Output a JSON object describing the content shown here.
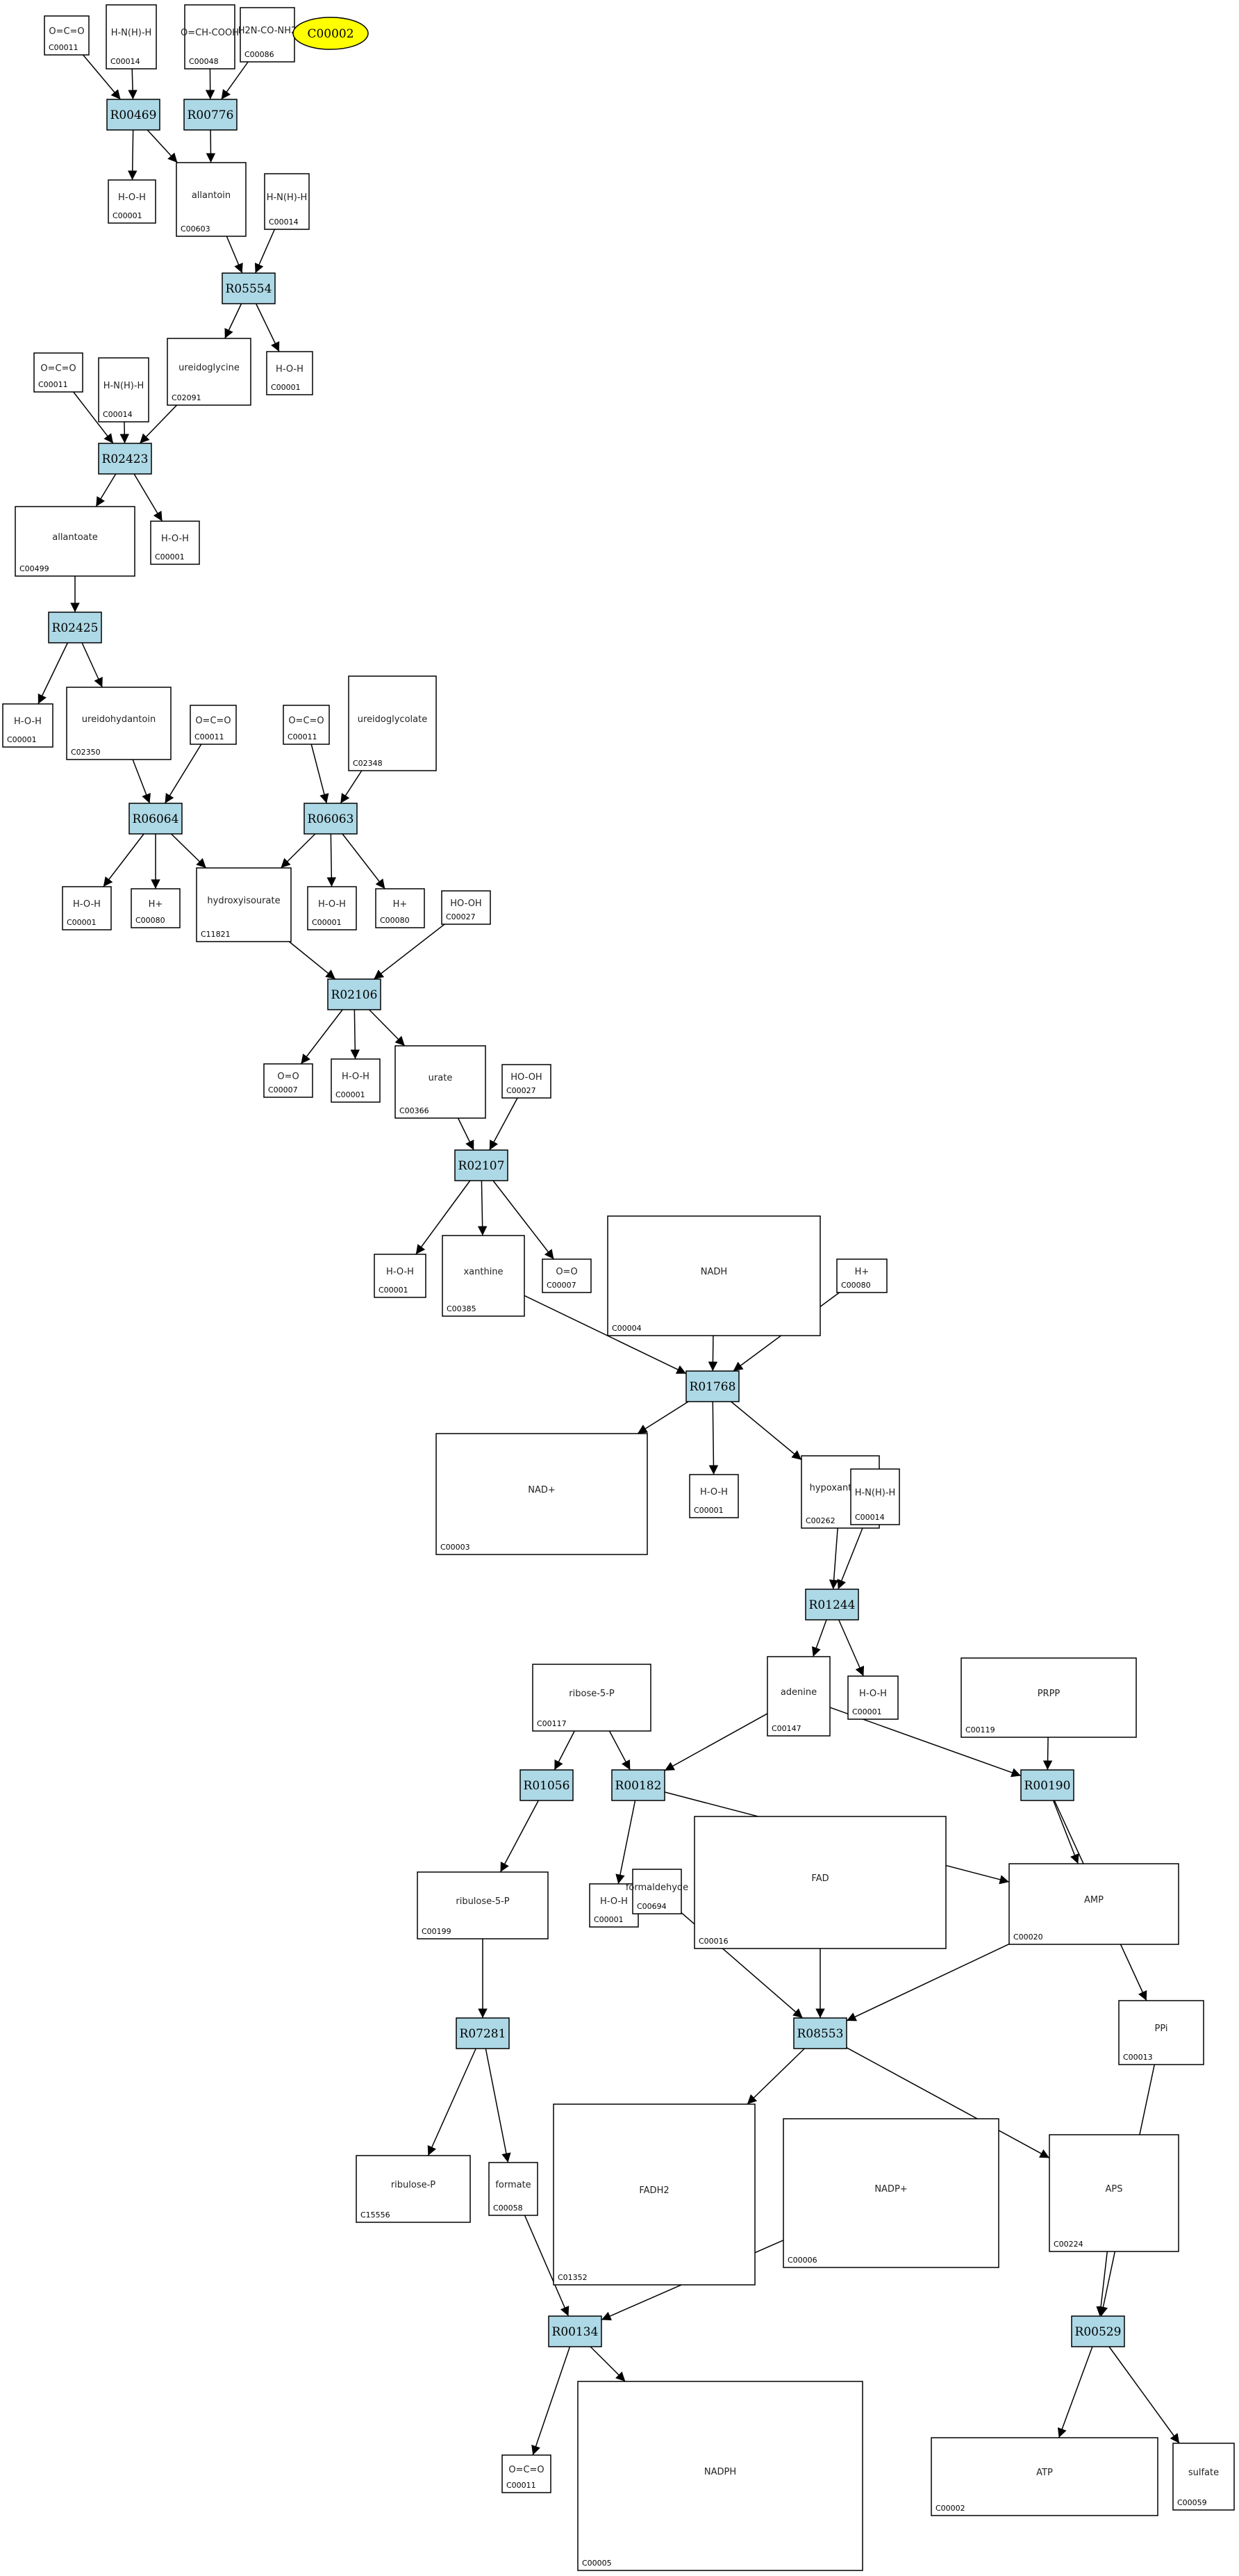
{
  "colors": {
    "reaction_fill": "#add8e6",
    "reaction_stroke": "#000000",
    "highlight_fill": "#ffff00",
    "edge": "#000000",
    "compound_fill": "#ffffff"
  },
  "highlight": {
    "id": "hl",
    "label": "C00002"
  },
  "compounds": [
    {
      "id": "c1",
      "label": "C00011",
      "formula": "O=C=O"
    },
    {
      "id": "c2",
      "label": "C00014",
      "formula": "H-N(H)-H"
    },
    {
      "id": "c3",
      "label": "C00048",
      "formula": "O=CH-COOH"
    },
    {
      "id": "c4",
      "label": "C00086",
      "formula": "H2N-CO-NH2"
    },
    {
      "id": "c5",
      "label": "C00001",
      "formula": "H-O-H"
    },
    {
      "id": "c6",
      "label": "C00603",
      "formula": "allantoin"
    },
    {
      "id": "c7",
      "label": "C00014",
      "formula": "H-N(H)-H"
    },
    {
      "id": "c8",
      "label": "C02091",
      "formula": "ureidoglycine"
    },
    {
      "id": "c9",
      "label": "C00001",
      "formula": "H-O-H"
    },
    {
      "id": "c10",
      "label": "C00011",
      "formula": "O=C=O"
    },
    {
      "id": "c11",
      "label": "C00014",
      "formula": "H-N(H)-H"
    },
    {
      "id": "c12",
      "label": "C00499",
      "formula": "allantoate"
    },
    {
      "id": "c13",
      "label": "C00001",
      "formula": "H-O-H"
    },
    {
      "id": "c14",
      "label": "C00001",
      "formula": "H-O-H"
    },
    {
      "id": "c15",
      "label": "C02350",
      "formula": "ureidohydantoin"
    },
    {
      "id": "c16",
      "label": "C00011",
      "formula": "O=C=O"
    },
    {
      "id": "c17",
      "label": "C00011",
      "formula": "O=C=O"
    },
    {
      "id": "c18",
      "label": "C02348",
      "formula": "ureidoglycolate"
    },
    {
      "id": "c19",
      "label": "C00001",
      "formula": "H-O-H"
    },
    {
      "id": "c20",
      "label": "C00080",
      "formula": "H+"
    },
    {
      "id": "c21",
      "label": "C11821",
      "formula": "hydroxyisourate"
    },
    {
      "id": "c22",
      "label": "C00001",
      "formula": "H-O-H"
    },
    {
      "id": "c23",
      "label": "C00080",
      "formula": "H+"
    },
    {
      "id": "c24",
      "label": "C00027",
      "formula": "HO-OH"
    },
    {
      "id": "c25",
      "label": "C00007",
      "formula": "O=O"
    },
    {
      "id": "c26",
      "label": "C00001",
      "formula": "H-O-H"
    },
    {
      "id": "c27",
      "label": "C00366",
      "formula": "urate"
    },
    {
      "id": "c28",
      "label": "C00027",
      "formula": "HO-OH"
    },
    {
      "id": "c29",
      "label": "C00001",
      "formula": "H-O-H"
    },
    {
      "id": "c30",
      "label": "C00385",
      "formula": "xanthine"
    },
    {
      "id": "c31",
      "label": "C00007",
      "formula": "O=O"
    },
    {
      "id": "c32",
      "label": "C00004",
      "formula": "NADH"
    },
    {
      "id": "c33",
      "label": "C00080",
      "formula": "H+"
    },
    {
      "id": "c34",
      "label": "C00003",
      "formula": "NAD+"
    },
    {
      "id": "c35",
      "label": "C00001",
      "formula": "H-O-H"
    },
    {
      "id": "c36",
      "label": "C00262",
      "formula": "hypoxanthine"
    },
    {
      "id": "c37",
      "label": "C00014",
      "formula": "H-N(H)-H"
    },
    {
      "id": "c38",
      "label": "C00117",
      "formula": "ribose-5-P"
    },
    {
      "id": "c39",
      "label": "C00147",
      "formula": "adenine"
    },
    {
      "id": "c40",
      "label": "C00001",
      "formula": "H-O-H"
    },
    {
      "id": "c41",
      "label": "C00119",
      "formula": "PRPP"
    },
    {
      "id": "c42",
      "label": "C00199",
      "formula": "ribulose-5-P"
    },
    {
      "id": "c43",
      "label": "C00001",
      "formula": "H-O-H"
    },
    {
      "id": "c44",
      "label": "C00694",
      "formula": "formaldehyde"
    },
    {
      "id": "c45",
      "label": "C00016",
      "formula": "FAD"
    },
    {
      "id": "c46",
      "label": "C00020",
      "formula": "AMP"
    },
    {
      "id": "c47",
      "label": "C00013",
      "formula": "PPi"
    },
    {
      "id": "c48",
      "label": "C15556",
      "formula": "ribulose-P"
    },
    {
      "id": "c49",
      "label": "C00058",
      "formula": "formate"
    },
    {
      "id": "c50",
      "label": "C01352",
      "formula": "FADH2"
    },
    {
      "id": "c51",
      "label": "C00006",
      "formula": "NADP+"
    },
    {
      "id": "c52",
      "label": "C00224",
      "formula": "APS"
    },
    {
      "id": "c53",
      "label": "C00011",
      "formula": "O=C=O"
    },
    {
      "id": "c54",
      "label": "C00005",
      "formula": "NADPH"
    },
    {
      "id": "c55",
      "label": "C00002",
      "formula": "ATP"
    },
    {
      "id": "c56",
      "label": "C00059",
      "formula": "sulfate"
    }
  ],
  "reactions": [
    {
      "id": "r1",
      "label": "R00469"
    },
    {
      "id": "r2",
      "label": "R00776"
    },
    {
      "id": "r3",
      "label": "R05554"
    },
    {
      "id": "r4",
      "label": "R02423"
    },
    {
      "id": "r5",
      "label": "R02425"
    },
    {
      "id": "r6",
      "label": "R06064"
    },
    {
      "id": "r7",
      "label": "R06063"
    },
    {
      "id": "r8",
      "label": "R02106"
    },
    {
      "id": "r9",
      "label": "R02107"
    },
    {
      "id": "r10",
      "label": "R01768"
    },
    {
      "id": "r11",
      "label": "R01244"
    },
    {
      "id": "r12",
      "label": "R01056"
    },
    {
      "id": "r13",
      "label": "R00182"
    },
    {
      "id": "r14",
      "label": "R00190"
    },
    {
      "id": "r15",
      "label": "R07281"
    },
    {
      "id": "r16",
      "label": "R08553"
    },
    {
      "id": "r17",
      "label": "R00134"
    },
    {
      "id": "r18",
      "label": "R00529"
    }
  ],
  "edges": [
    [
      "c1",
      "r1"
    ],
    [
      "c2",
      "r1"
    ],
    [
      "c3",
      "r2"
    ],
    [
      "c4",
      "r2"
    ],
    [
      "r1",
      "c5"
    ],
    [
      "r1",
      "c6"
    ],
    [
      "r2",
      "c6"
    ],
    [
      "c6",
      "r3"
    ],
    [
      "c7",
      "r3"
    ],
    [
      "r3",
      "c8"
    ],
    [
      "r3",
      "c9"
    ],
    [
      "c10",
      "r4"
    ],
    [
      "c11",
      "r4"
    ],
    [
      "c8",
      "r4"
    ],
    [
      "r4",
      "c12"
    ],
    [
      "r4",
      "c13"
    ],
    [
      "c12",
      "r5"
    ],
    [
      "r5",
      "c14"
    ],
    [
      "r5",
      "c15"
    ],
    [
      "c15",
      "r6"
    ],
    [
      "c16",
      "r6"
    ],
    [
      "c17",
      "r7"
    ],
    [
      "c18",
      "r7"
    ],
    [
      "r6",
      "c19"
    ],
    [
      "r6",
      "c20"
    ],
    [
      "r6",
      "c21"
    ],
    [
      "r7",
      "c21"
    ],
    [
      "r7",
      "c22"
    ],
    [
      "r7",
      "c23"
    ],
    [
      "c21",
      "r8"
    ],
    [
      "c24",
      "r8"
    ],
    [
      "r8",
      "c25"
    ],
    [
      "r8",
      "c26"
    ],
    [
      "r8",
      "c27"
    ],
    [
      "c27",
      "r9"
    ],
    [
      "c28",
      "r9"
    ],
    [
      "r9",
      "c29"
    ],
    [
      "r9",
      "c30"
    ],
    [
      "r9",
      "c31"
    ],
    [
      "c30",
      "r10"
    ],
    [
      "c32",
      "r10"
    ],
    [
      "c33",
      "r10"
    ],
    [
      "r10",
      "c34"
    ],
    [
      "r10",
      "c35"
    ],
    [
      "r10",
      "c36"
    ],
    [
      "c36",
      "r11"
    ],
    [
      "c37",
      "r11"
    ],
    [
      "r11",
      "c39"
    ],
    [
      "r11",
      "c40"
    ],
    [
      "c38",
      "r12"
    ],
    [
      "c38",
      "r13"
    ],
    [
      "c39",
      "r13"
    ],
    [
      "c39",
      "r14"
    ],
    [
      "c41",
      "r14"
    ],
    [
      "r12",
      "c42"
    ],
    [
      "r13",
      "c43"
    ],
    [
      "r13",
      "c46"
    ],
    [
      "r14",
      "c46"
    ],
    [
      "r14",
      "c47"
    ],
    [
      "c42",
      "r15"
    ],
    [
      "r15",
      "c48"
    ],
    [
      "r15",
      "c49"
    ],
    [
      "c44",
      "r16"
    ],
    [
      "c45",
      "r16"
    ],
    [
      "c46",
      "r16"
    ],
    [
      "r16",
      "c50"
    ],
    [
      "r16",
      "c52"
    ],
    [
      "c49",
      "r17"
    ],
    [
      "c51",
      "r17"
    ],
    [
      "r17",
      "c53"
    ],
    [
      "r17",
      "c54"
    ],
    [
      "c52",
      "r18"
    ],
    [
      "c47",
      "r18"
    ],
    [
      "r18",
      "c55"
    ],
    [
      "r18",
      "c56"
    ]
  ]
}
